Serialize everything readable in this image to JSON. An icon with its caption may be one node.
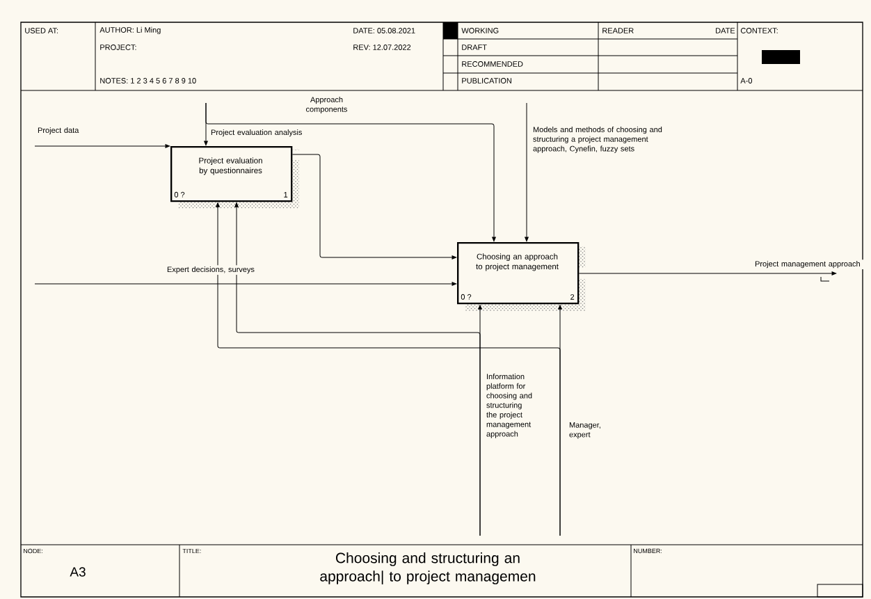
{
  "diagram": {
    "title": "Choosing and structuring an approach| to project managemen",
    "nodes": [
      {
        "text": [
          "Project evaluation by questionnaires",
          "0 ?",
          "1"
        ]
      },
      {
        "text": [
          "Choosing an approach to project management",
          "0 ?",
          "2"
        ]
      }
    ],
    "edges": [
      {
        "from": null,
        "to": 0,
        "arrow": "to",
        "label": "Project data"
      },
      {
        "from": null,
        "to": 0,
        "arrow": "to",
        "label": "Project evaluation analysis"
      },
      {
        "from": null,
        "to": 1,
        "arrow": "to",
        "label": "Approach components"
      },
      {
        "from": 0,
        "to": 1,
        "arrow": "to"
      },
      {
        "from": null,
        "to": 1,
        "arrow": "to",
        "label": "Expert decisions, surveys"
      },
      {
        "from": null,
        "to": 1,
        "arrow": "to",
        "label": "Models and methods of choosing and structuring a project management approach, Cynefin, fuzzy sets"
      },
      {
        "from": 1,
        "to": null,
        "arrow": "to",
        "label": "Project management approach"
      },
      {
        "from": null,
        "to": 1,
        "arrow": "to",
        "label": "Information platform for choosing and structuring the project management approach"
      },
      {
        "from": null,
        "to": 0,
        "arrow": "to"
      },
      {
        "from": null,
        "to": 1,
        "arrow": "to",
        "label": "Manager, expert"
      },
      {
        "from": null,
        "to": 0,
        "arrow": "to"
      }
    ],
    "labels": [
      "USED AT:",
      "AUTHOR: Li Ming",
      "DATE: 05.08.2021",
      "WORKING",
      "READER",
      "DATE",
      "CONTEXT:",
      "PROJECT:",
      "REV: 12.07.2022",
      "DRAFT",
      "RECOMMENDED",
      "NOTES: 1 2 3 4 5 6 7 8 9 10",
      "PUBLICATION",
      "A-0",
      "NODE:",
      "TITLE:",
      "NUMBER:",
      "A3"
    ]
  }
}
